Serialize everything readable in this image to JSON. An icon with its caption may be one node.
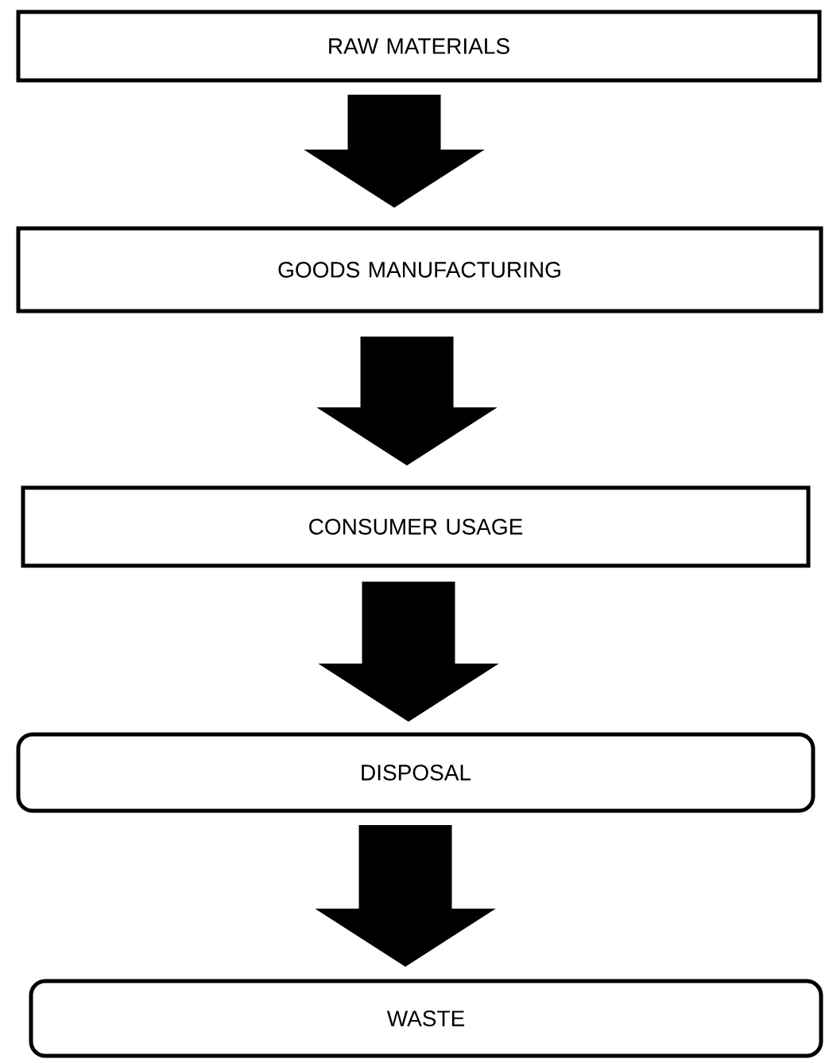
{
  "diagram": {
    "nodes": [
      {
        "text": [
          "RAW MATERIALS"
        ]
      },
      {
        "text": [
          "GOODS MANUFACTURING"
        ]
      },
      {
        "text": [
          "CONSUMER USAGE"
        ]
      },
      {
        "text": [
          "DISPOSAL"
        ]
      },
      {
        "text": [
          "WASTE"
        ]
      }
    ],
    "edges": [
      {
        "from": 0,
        "to": 1,
        "arrow": "to"
      },
      {
        "from": 1,
        "to": 2,
        "arrow": "to"
      },
      {
        "from": 2,
        "to": 3,
        "arrow": "to"
      },
      {
        "from": 3,
        "to": 4,
        "arrow": "to"
      }
    ]
  }
}
